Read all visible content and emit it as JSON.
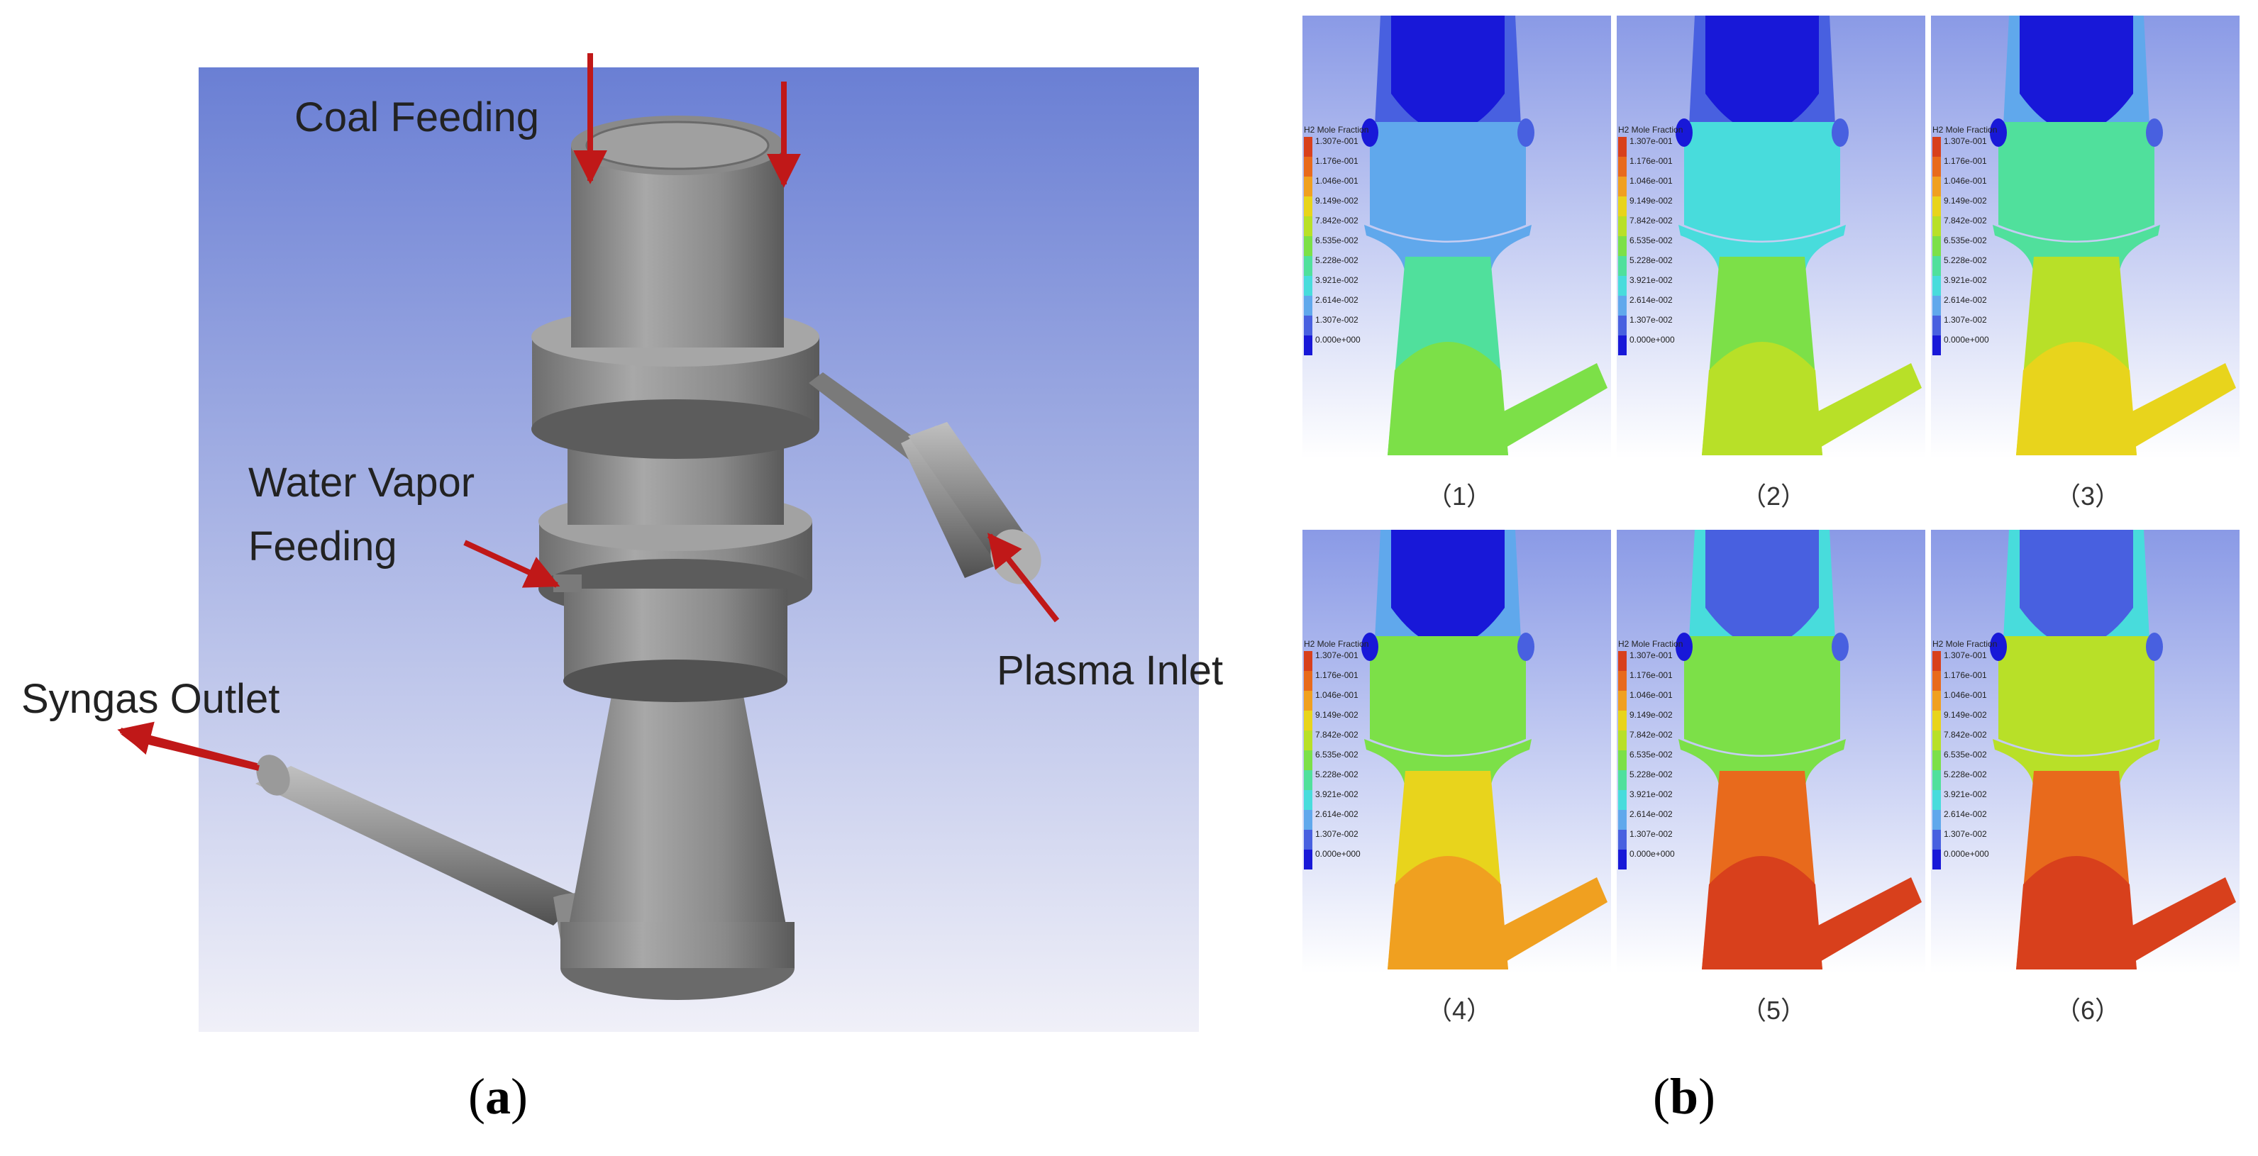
{
  "panel_a": {
    "labels": {
      "coal_feeding": "Coal Feeding",
      "water_vapor_line1": "Water Vapor",
      "water_vapor_line2": "Feeding",
      "plasma_inlet": "Plasma Inlet",
      "syngas_outlet": "Syngas Outlet"
    },
    "caption": {
      "open": "(",
      "letter": "a",
      "close": ")"
    }
  },
  "panel_b": {
    "caption": {
      "open": "(",
      "letter": "b",
      "close": ")"
    },
    "legend": {
      "title": "H2 Mole Fraction",
      "values": [
        "1.307e-001",
        "1.176e-001",
        "1.046e-001",
        "9.149e-002",
        "7.842e-002",
        "6.535e-002",
        "5.228e-002",
        "3.921e-002",
        "2.614e-002",
        "1.307e-002",
        "0.000e+000"
      ]
    },
    "colorscale": [
      "#d8401c",
      "#e86a1c",
      "#f0a020",
      "#e8d41c",
      "#b8e028",
      "#7ce048",
      "#50e09c",
      "#48dcdc",
      "#60a8ec",
      "#4860e0",
      "#1818d8"
    ],
    "cases": [
      {
        "label": "（1）",
        "zones": [
          10,
          9,
          8,
          6,
          5
        ]
      },
      {
        "label": "（2）",
        "zones": [
          10,
          9,
          7,
          5,
          4
        ]
      },
      {
        "label": "（3）",
        "zones": [
          10,
          8,
          6,
          4,
          3
        ]
      },
      {
        "label": "（4）",
        "zones": [
          10,
          8,
          5,
          3,
          2
        ]
      },
      {
        "label": "（5）",
        "zones": [
          9,
          7,
          5,
          1,
          0
        ]
      },
      {
        "label": "（6）",
        "zones": [
          9,
          7,
          4,
          1,
          0
        ]
      }
    ]
  }
}
